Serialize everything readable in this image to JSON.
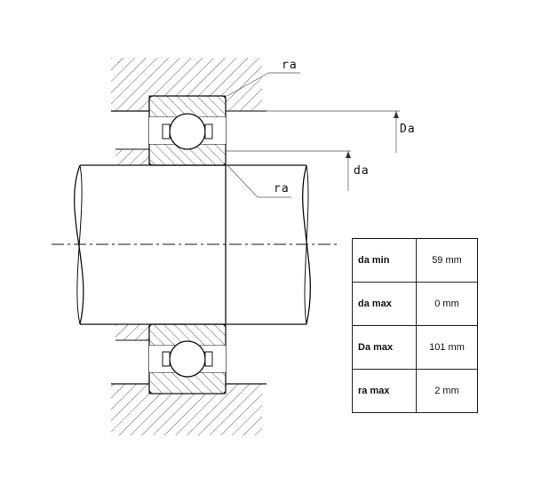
{
  "labels": {
    "ra_top": "ra",
    "ra_mid": "ra",
    "Da": "Da",
    "da": "da"
  },
  "table": {
    "rows": [
      {
        "key": "da min",
        "value": "59 mm"
      },
      {
        "key": "da max",
        "value": "0 mm"
      },
      {
        "key": "Da max",
        "value": "101 mm"
      },
      {
        "key": "ra max",
        "value": "2 mm"
      }
    ]
  }
}
